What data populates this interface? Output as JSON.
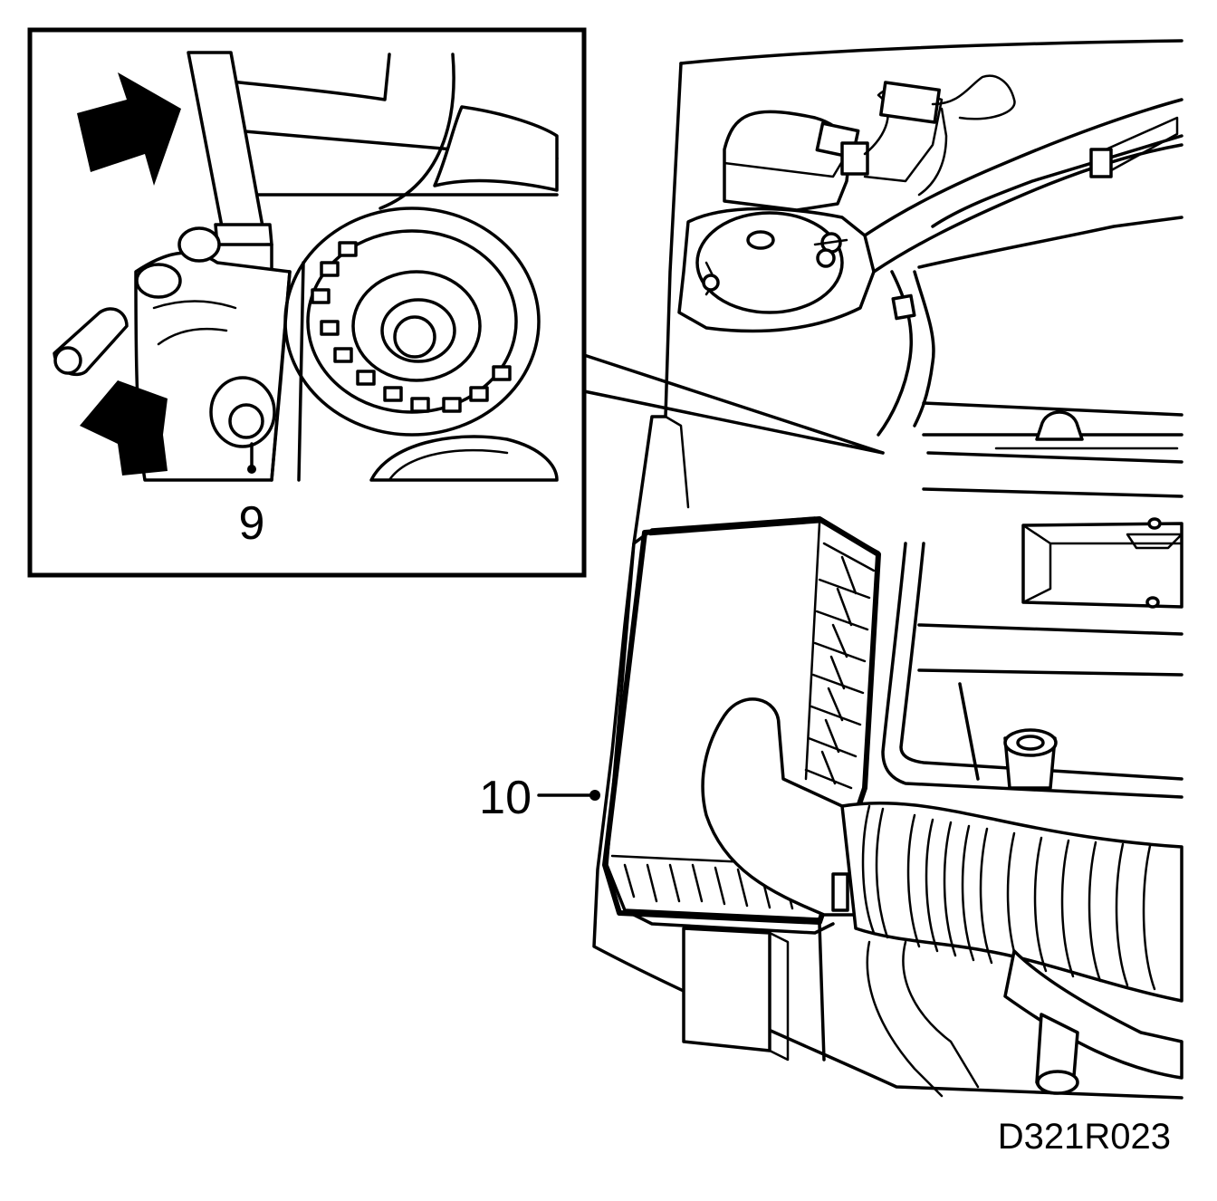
{
  "callouts": {
    "part_9": "9",
    "part_10": "10"
  },
  "figure_code": "D321R023",
  "icons": [
    "arrow-icon",
    "arrow-icon"
  ]
}
